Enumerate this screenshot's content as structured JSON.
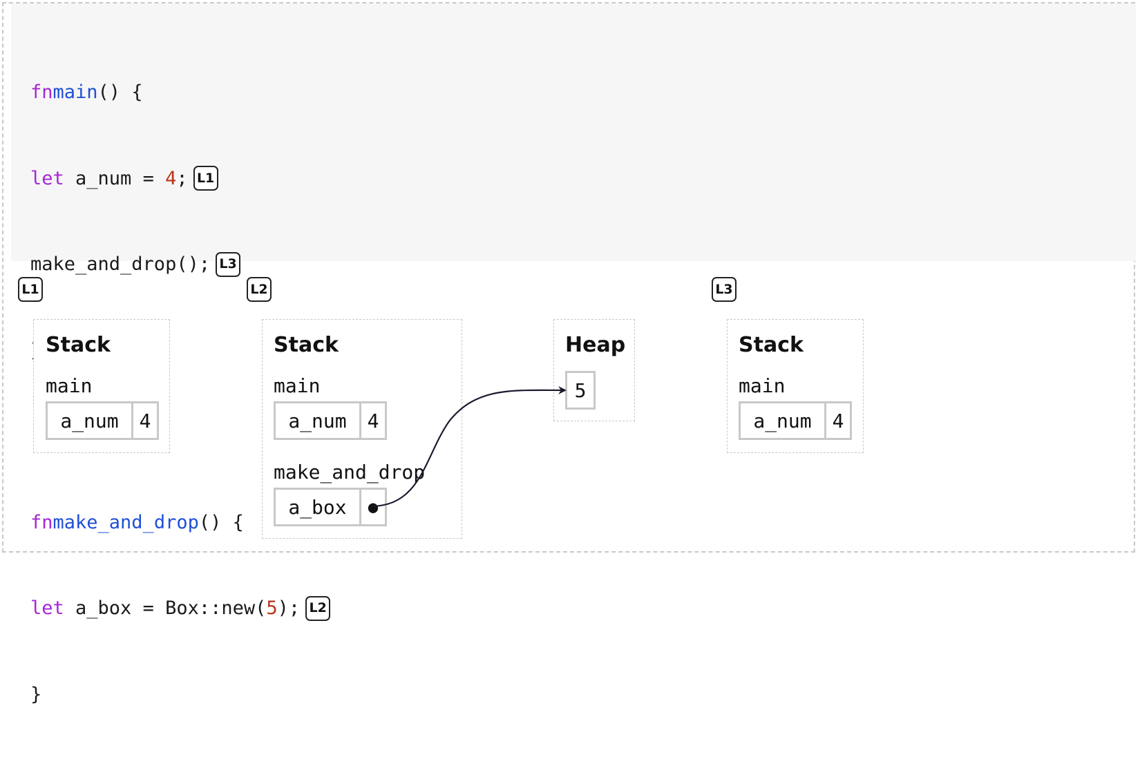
{
  "code": {
    "main_fn": {
      "kw": "fn",
      "name": "main",
      "rest": "() {"
    },
    "line1": {
      "kw": "let",
      "before": " a_num = ",
      "num": "4",
      "after": ";",
      "marker": "L1"
    },
    "line2": {
      "text": "make_and_drop();",
      "marker": "L3"
    },
    "close1": "}",
    "mad_fn": {
      "kw": "fn",
      "name": "make_and_drop",
      "rest": "() {"
    },
    "line3": {
      "kw": "let",
      "before": " a_box = Box::new(",
      "num": "5",
      "after": ");",
      "marker": "L2"
    },
    "close2": "}"
  },
  "steps": [
    {
      "label": "L1",
      "stack": {
        "title": "Stack",
        "frames": [
          {
            "name": "main",
            "vars": [
              {
                "name": "a_num",
                "value": "4"
              }
            ]
          }
        ]
      }
    },
    {
      "label": "L2",
      "stack": {
        "title": "Stack",
        "frames": [
          {
            "name": "main",
            "vars": [
              {
                "name": "a_num",
                "value": "4"
              }
            ]
          },
          {
            "name": "make_and_drop",
            "vars": [
              {
                "name": "a_box",
                "value": "●"
              }
            ]
          }
        ]
      },
      "heap": {
        "title": "Heap",
        "values": [
          "5"
        ]
      }
    },
    {
      "label": "L3",
      "stack": {
        "title": "Stack",
        "frames": [
          {
            "name": "main",
            "vars": [
              {
                "name": "a_num",
                "value": "4"
              }
            ]
          }
        ]
      }
    }
  ],
  "colors": {
    "keyword": "#a626d6",
    "function_name": "#1f4fd6",
    "number_literal": "#b8341a",
    "code_background": "#f6f6f6",
    "cell_border": "#c8c8c8",
    "arrow": "#1a1a2e"
  }
}
